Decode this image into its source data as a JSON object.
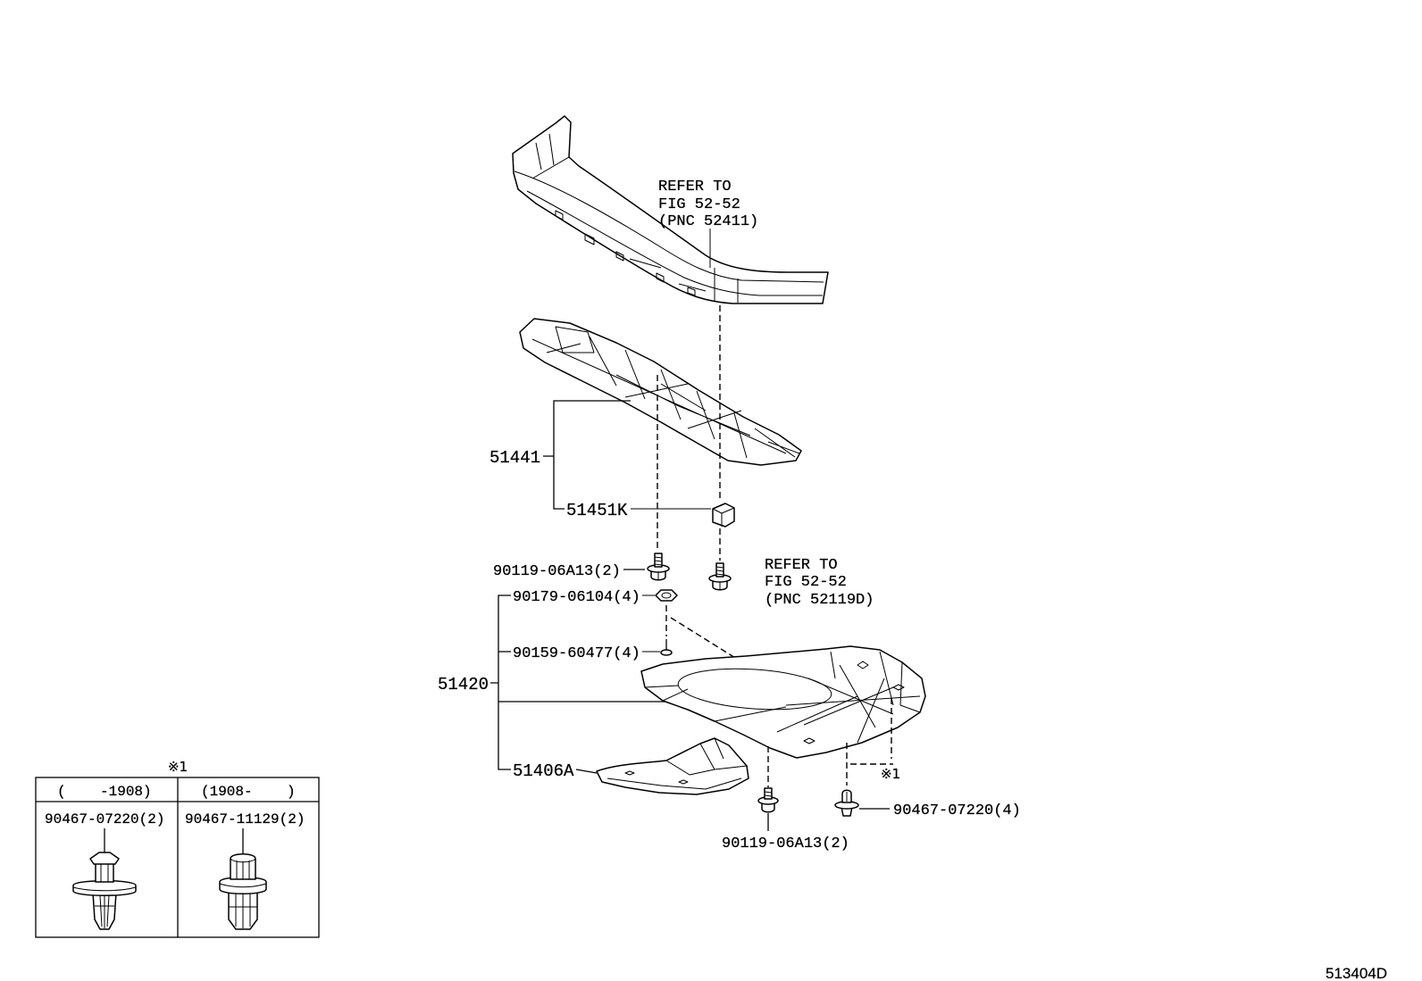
{
  "figure_code": "513404D",
  "references": {
    "bumper": {
      "line1": "REFER TO",
      "line2": "FIG 52-52",
      "line3": "(PNC 52411)"
    },
    "bolt": {
      "line1": "REFER TO",
      "line2": "FIG 52-52",
      "line3": "(PNC 52119D)"
    }
  },
  "callouts": {
    "front_cover": "51441",
    "cover_nut": "51451K",
    "upper_bolt": "90119-06A13(2)",
    "washer": "90179-06104(4)",
    "screw": "90159-60477(4)",
    "engine_cover": "51420",
    "side_cover": "51406A",
    "lower_bolt": "90119-06A13(2)",
    "lower_clip": "90467-07220(4)",
    "note_mark": "※1"
  },
  "inset": {
    "note_mark": "※1",
    "columns": [
      {
        "period": "(    -1908)",
        "part_number": "90467-07220(2)"
      },
      {
        "period": "(1908-    )",
        "part_number": "90467-11129(2)"
      }
    ]
  }
}
